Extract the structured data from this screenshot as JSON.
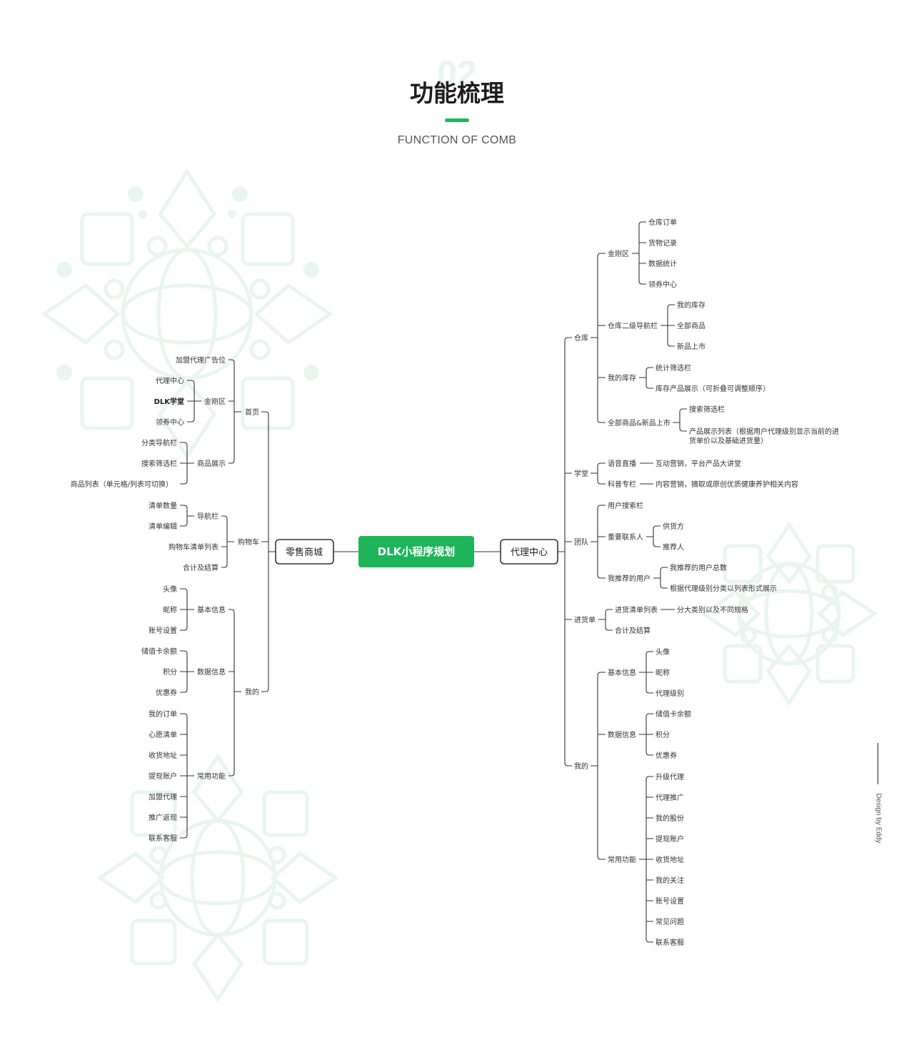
{
  "header": {
    "number": "02",
    "title": "功能梳理",
    "subtitle": "FUNCTION OF COMB"
  },
  "credit": "Design by Eddy",
  "colors": {
    "accent": "#1fb45a",
    "watermark": "#e8f6ef",
    "line": "#333333"
  },
  "root": {
    "label": "DLK小程序规划"
  },
  "branches": {
    "retail": {
      "label": "零售商城"
    },
    "agent": {
      "label": "代理中心"
    }
  },
  "left": {
    "home": {
      "label": "首页"
    },
    "ad": {
      "label": "加盟代理广告位"
    },
    "jingang": {
      "label": "金刚区"
    },
    "agent_center": {
      "label": "代理中心"
    },
    "dlk_school": {
      "label": "DLK学堂"
    },
    "coupon_center": {
      "label": "领券中心"
    },
    "goods_show": {
      "label": "商品展示"
    },
    "cat_nav": {
      "label": "分类导航栏"
    },
    "search_filter": {
      "label": "搜索筛选栏"
    },
    "goods_list": {
      "label": "商品列表（单元格/列表可切换）"
    },
    "cart": {
      "label": "购物车"
    },
    "navbar": {
      "label": "导航栏"
    },
    "list_qty": {
      "label": "清单数量"
    },
    "list_edit": {
      "label": "清单编辑"
    },
    "cart_list": {
      "label": "购物车清单列表"
    },
    "total": {
      "label": "合计及结算"
    },
    "mine": {
      "label": "我的"
    },
    "basic_info": {
      "label": "基本信息"
    },
    "avatar": {
      "label": "头像"
    },
    "nickname": {
      "label": "昵称"
    },
    "account_settings": {
      "label": "账号设置"
    },
    "data_info": {
      "label": "数据信息"
    },
    "card_balance": {
      "label": "储值卡余额"
    },
    "points": {
      "label": "积分"
    },
    "coupon": {
      "label": "优惠券"
    },
    "common": {
      "label": "常用功能"
    },
    "my_orders": {
      "label": "我的订单"
    },
    "wishlist": {
      "label": "心愿清单"
    },
    "address": {
      "label": "收货地址"
    },
    "withdraw": {
      "label": "提现账户"
    },
    "join_agent": {
      "label": "加盟代理"
    },
    "promo_cashback": {
      "label": "推广返现"
    },
    "support": {
      "label": "联系客服"
    }
  },
  "right": {
    "warehouse": {
      "label": "仓库"
    },
    "jingang": {
      "label": "金刚区"
    },
    "wh_orders": {
      "label": "仓库订单"
    },
    "goods_records": {
      "label": "货物记录"
    },
    "data_stats": {
      "label": "数据统计"
    },
    "coupon_center": {
      "label": "领券中心"
    },
    "wh_nav": {
      "label": "仓库二级导航栏"
    },
    "my_stock": {
      "label": "我的库存"
    },
    "all_goods": {
      "label": "全部商品"
    },
    "new_goods": {
      "label": "新品上市"
    },
    "my_stock2": {
      "label": "我的库存"
    },
    "stat_filter": {
      "label": "统计筛选栏"
    },
    "stock_display": {
      "label": "库存产品展示（可折叠可调整顺序）"
    },
    "all_new": {
      "label": "全部商品&新品上市"
    },
    "search_filter": {
      "label": "搜索筛选栏"
    },
    "product_list_1": {
      "label": "产品展示列表（根据用户代理级别显示当前的进"
    },
    "product_list_2": {
      "label": "货单价以及基础进货量）"
    },
    "school": {
      "label": "学堂"
    },
    "voice_live": {
      "label": "语音直播"
    },
    "voice_live_desc": {
      "label": "互动营销，平台产品大讲堂"
    },
    "science": {
      "label": "科普专栏"
    },
    "science_desc": {
      "label": "内容营销，摘取或原创优质健康养护相关内容"
    },
    "team": {
      "label": "团队"
    },
    "user_search": {
      "label": "用户搜索栏"
    },
    "contacts": {
      "label": "重要联系人"
    },
    "supplier": {
      "label": "供货方"
    },
    "referrer": {
      "label": "推荐人"
    },
    "my_referrals": {
      "label": "我推荐的用户"
    },
    "ref_total": {
      "label": "我推荐的用户总数"
    },
    "ref_list": {
      "label": "根据代理级别分类以列表形式展示"
    },
    "purchase": {
      "label": "进货单"
    },
    "purchase_list": {
      "label": "进货清单列表"
    },
    "purchase_list_desc": {
      "label": "分大类别以及不同规格"
    },
    "purchase_total": {
      "label": "合计及结算"
    },
    "mine": {
      "label": "我的"
    },
    "basic_info": {
      "label": "基本信息"
    },
    "avatar": {
      "label": "头像"
    },
    "nickname": {
      "label": "昵称"
    },
    "agent_level": {
      "label": "代理级别"
    },
    "data_info": {
      "label": "数据信息"
    },
    "card_balance": {
      "label": "储值卡余额"
    },
    "points": {
      "label": "积分"
    },
    "coupon": {
      "label": "优惠券"
    },
    "common": {
      "label": "常用功能"
    },
    "upgrade": {
      "label": "升级代理"
    },
    "promote": {
      "label": "代理推广"
    },
    "shares": {
      "label": "我的股份"
    },
    "withdraw": {
      "label": "提现账户"
    },
    "address": {
      "label": "收货地址"
    },
    "follows": {
      "label": "我的关注"
    },
    "account_settings": {
      "label": "账号设置"
    },
    "faq": {
      "label": "常见问题"
    },
    "support": {
      "label": "联系客服"
    }
  }
}
